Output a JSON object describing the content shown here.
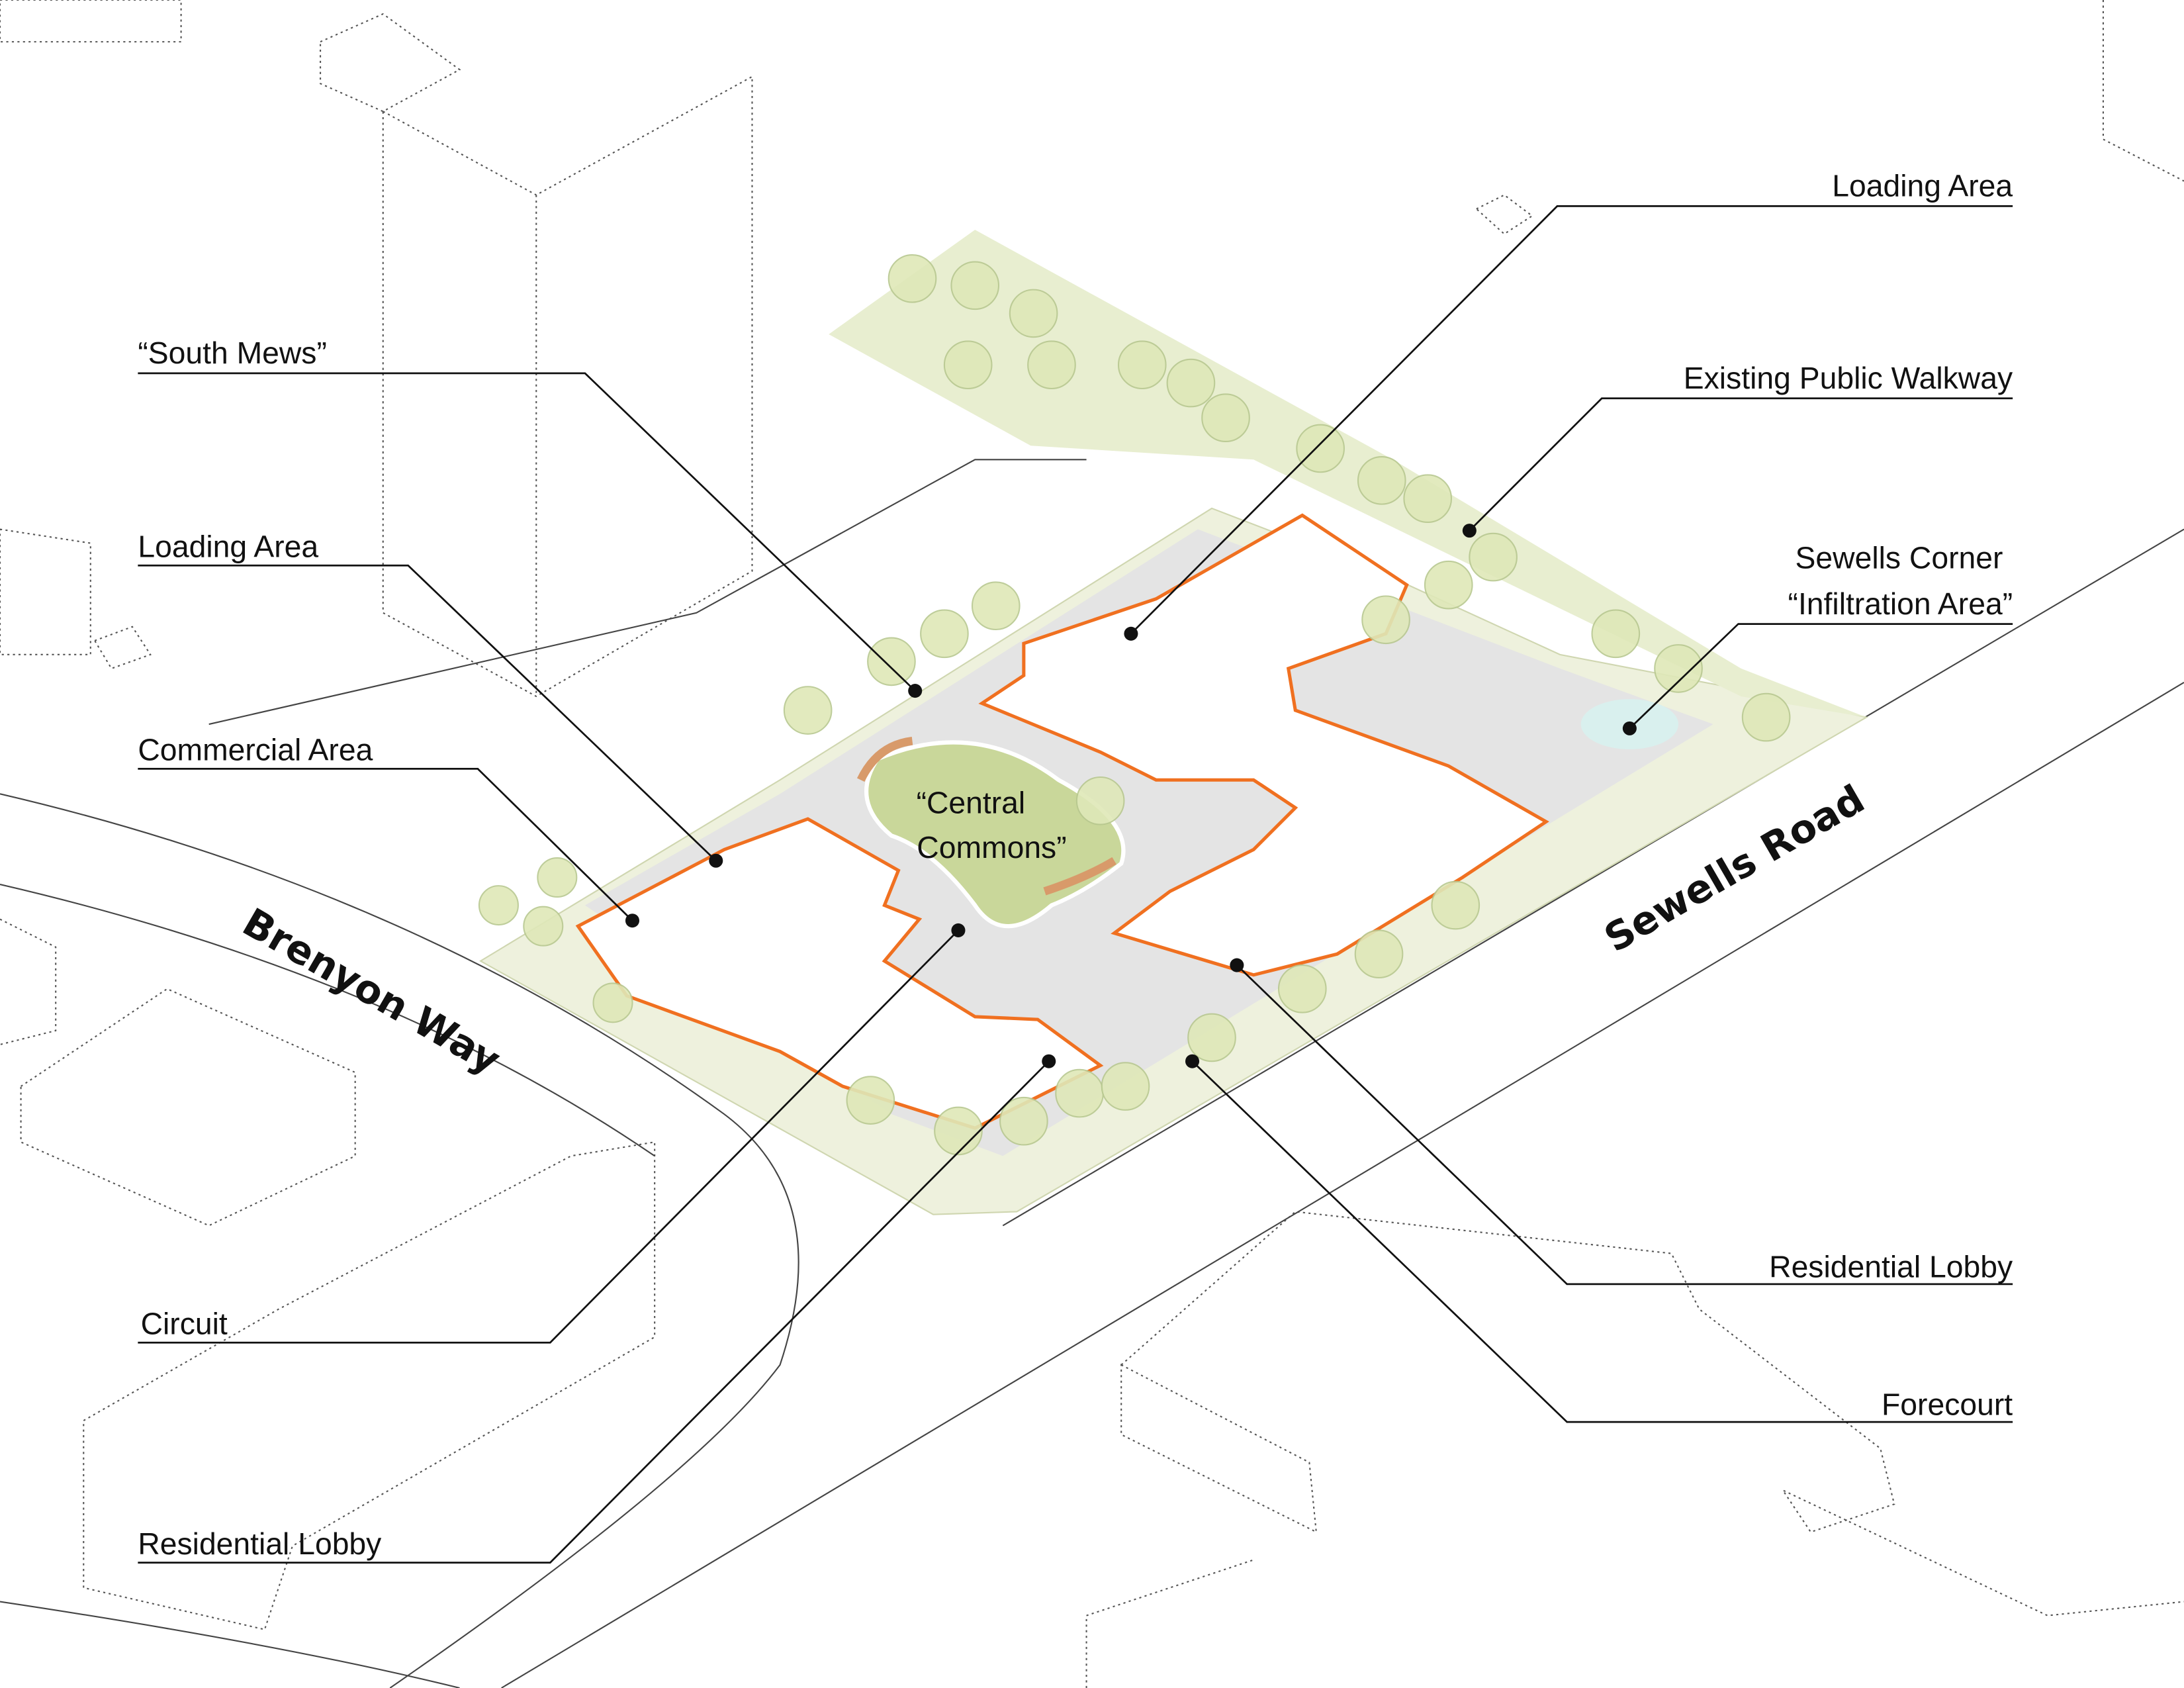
{
  "labels": {
    "loading_area_right": "Loading Area",
    "existing_public_walkway": "Existing Public Walkway",
    "sewells_corner_line1": "Sewells Corner",
    "sewells_corner_line2": "“Infiltration Area”",
    "residential_lobby_right": "Residential Lobby",
    "forecourt": "Forecourt",
    "south_mews": "“South Mews”",
    "loading_area_left": "Loading Area",
    "commercial_area": "Commercial Area",
    "circuit": "Circuit",
    "residential_lobby_left": "Residential Lobby",
    "central_commons_line1": "“Central",
    "central_commons_line2": "Commons”"
  },
  "roads": {
    "brenyon_way": "Brenyon Way",
    "sewells_road": "Sewells Road"
  },
  "colors": {
    "building_outline": "#f07020",
    "green_space": "#c9d79a",
    "paving": "#e4e4e4"
  }
}
